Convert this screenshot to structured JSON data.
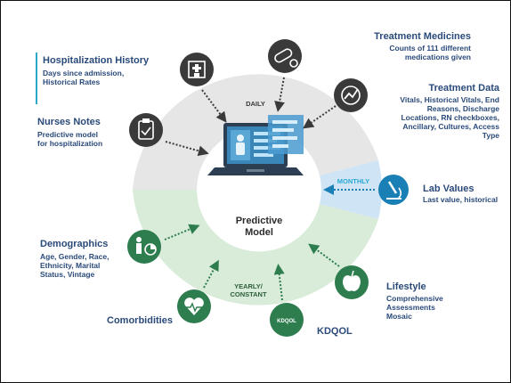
{
  "center": {
    "line1": "Predictive",
    "line2": "Model"
  },
  "zones": {
    "daily": "DAILY",
    "monthly": "MONTHLY",
    "yearly_line1": "YEARLY/",
    "yearly_line2": "CONSTANT"
  },
  "sources": {
    "hospitalization": {
      "title": "Hospitalization History",
      "line1": "Days since admission,",
      "line2": "Historical Rates",
      "icon": "hospital-icon"
    },
    "treatment_medicines": {
      "title": "Treatment Medicines",
      "line1": "Counts of 111 different",
      "line2": "medications given",
      "icon": "pills-icon"
    },
    "treatment_data": {
      "title": "Treatment Data",
      "lines": [
        "Vitals, Historical Vitals, End",
        "Reasons, Discharge",
        "Locations, RN checkboxes,",
        "Ancillary, Cultures, Access",
        "Type"
      ],
      "icon": "chart-trend-icon"
    },
    "nurses_notes": {
      "title": "Nurses Notes",
      "line1": "Predictive model",
      "line2": "for hospitalization",
      "icon": "clipboard-icon"
    },
    "lab_values": {
      "title": "Lab Values",
      "line1": "Last value, historical",
      "icon": "microscope-icon"
    },
    "demographics": {
      "title": "Demographics",
      "lines": [
        "Age, Gender, Race,",
        "Ethnicity, Marital",
        "Status, Vintage"
      ],
      "icon": "person-chart-icon"
    },
    "lifestyle": {
      "title": "Lifestyle",
      "lines": [
        "Comprehensive",
        "Assessments",
        "Mosaic"
      ],
      "icon": "apple-icon"
    },
    "comorbidities": {
      "title": "Comorbidities",
      "icon": "heart-monitor-icon"
    },
    "kdqol": {
      "title": "KDQOL",
      "badge": "KDQOL",
      "icon": "kdqol-badge"
    }
  },
  "colors": {
    "daily_band": "#e6e6e6",
    "monthly_band": "#cfe4f5",
    "yearly_band": "#d8ecd9",
    "dark_icon": "#3a3a3a",
    "green_icon": "#2e7d4f",
    "teal_arrow": "#1a7fb5",
    "title_text": "#2a4a7a",
    "accent_bar": "#2aa8c9"
  }
}
